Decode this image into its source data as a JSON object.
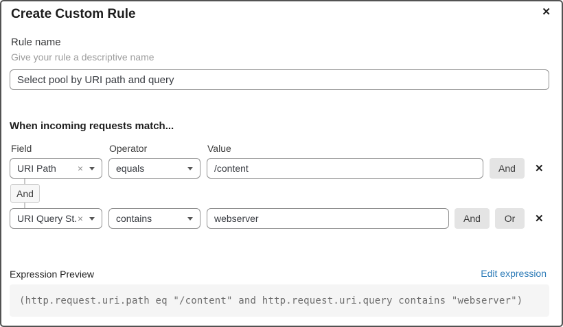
{
  "dialog": {
    "title": "Create Custom Rule"
  },
  "icons": {
    "close": "✕",
    "remove": "✕",
    "clear": "×"
  },
  "rule_name": {
    "label": "Rule name",
    "help": "Give your rule a descriptive name",
    "value": "Select pool by URI path and query"
  },
  "match_section": {
    "heading": "When incoming requests match...",
    "columns": {
      "field": "Field",
      "operator": "Operator",
      "value": "Value"
    },
    "connector": "And",
    "rows": [
      {
        "field": "URI Path",
        "operator": "equals",
        "value": "/content",
        "buttons": [
          "And"
        ]
      },
      {
        "field": "URI Query St...",
        "operator": "contains",
        "value": "webserver",
        "buttons": [
          "And",
          "Or"
        ]
      }
    ]
  },
  "expression": {
    "label": "Expression Preview",
    "edit_link": "Edit expression",
    "code": "(http.request.uri.path eq \"/content\" and http.request.uri.query contains \"webserver\")"
  },
  "colors": {
    "link_blue": "#2e7cb8",
    "button_gray": "#e4e4e4",
    "input_border_gray": "#8f8f8f",
    "code_background": "#f5f5f5",
    "dialog_border": "#525252"
  }
}
